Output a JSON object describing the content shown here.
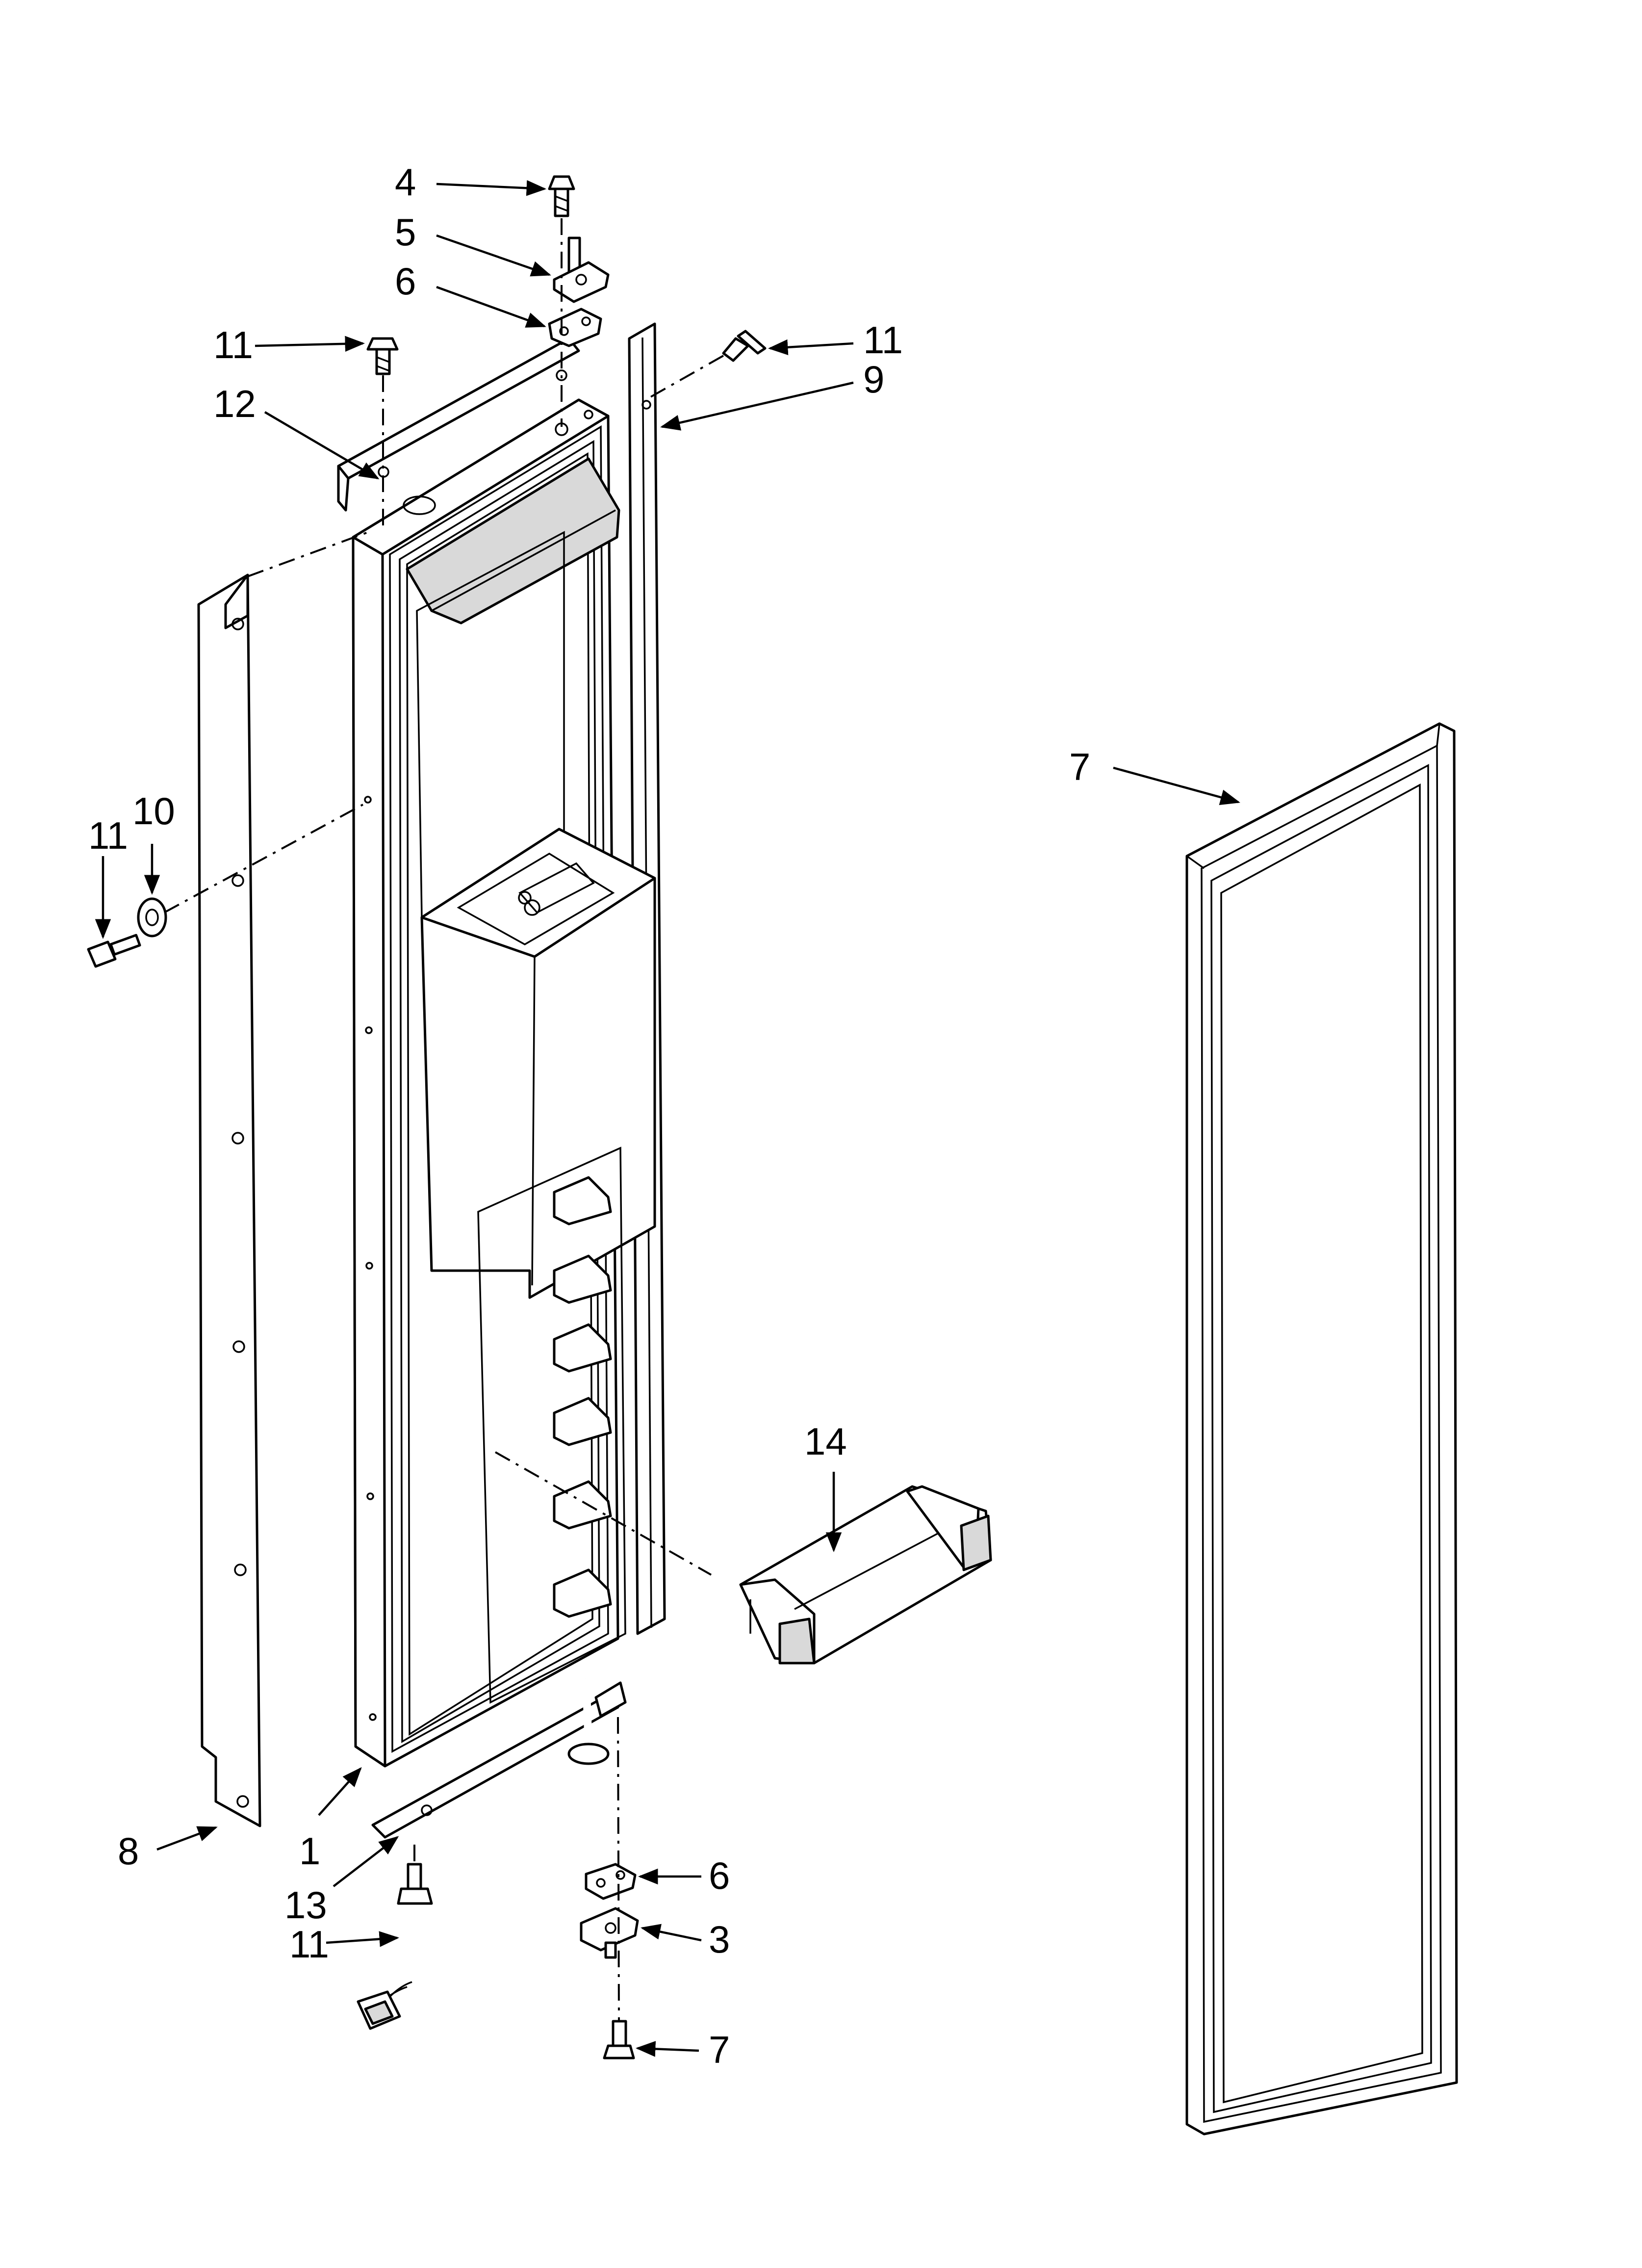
{
  "callouts": [
    {
      "id": "4",
      "text": "4"
    },
    {
      "id": "5",
      "text": "5"
    },
    {
      "id": "6-top",
      "text": "6"
    },
    {
      "id": "11-top-left",
      "text": "11"
    },
    {
      "id": "12",
      "text": "12"
    },
    {
      "id": "11-top-right",
      "text": "11"
    },
    {
      "id": "9",
      "text": "9"
    },
    {
      "id": "10",
      "text": "10"
    },
    {
      "id": "11-left",
      "text": "11"
    },
    {
      "id": "7-gasket",
      "text": "7"
    },
    {
      "id": "14",
      "text": "14"
    },
    {
      "id": "8",
      "text": "8"
    },
    {
      "id": "1",
      "text": "1"
    },
    {
      "id": "13",
      "text": "13"
    },
    {
      "id": "11-bottom",
      "text": "11"
    },
    {
      "id": "6-bottom",
      "text": "6"
    },
    {
      "id": "3",
      "text": "3"
    },
    {
      "id": "7-bottom",
      "text": "7"
    }
  ]
}
